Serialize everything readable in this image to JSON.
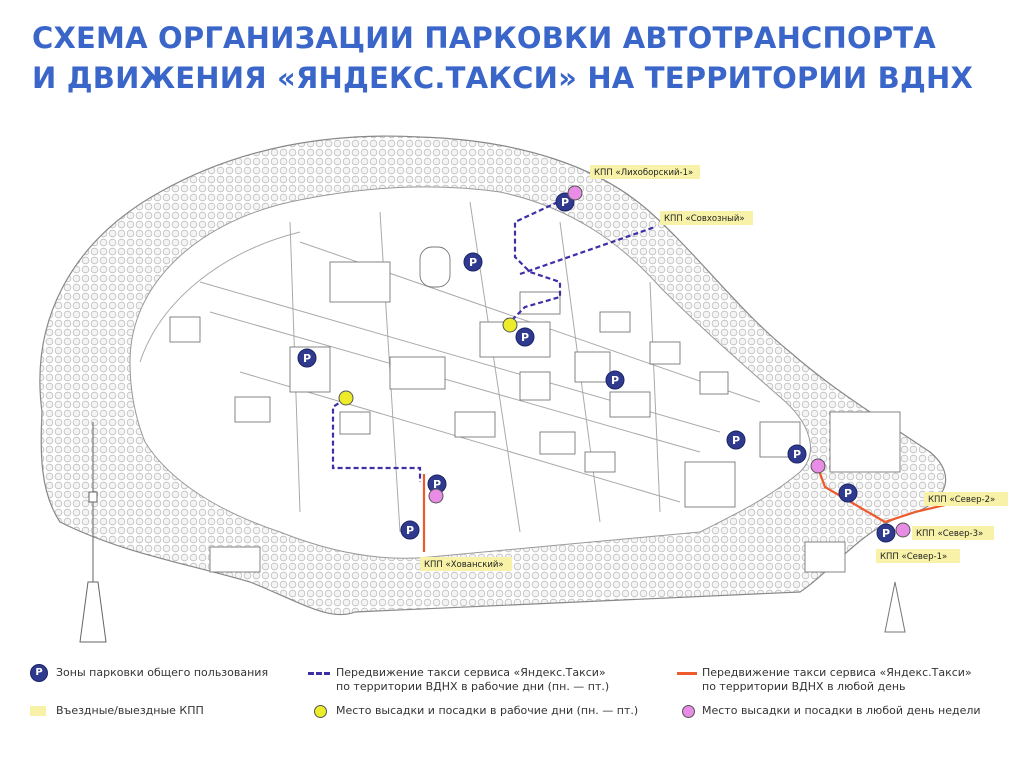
{
  "title": {
    "line1": "СХЕМА ОРГАНИЗАЦИИ ПАРКОВКИ АВТОТРАНСПОРТА",
    "line2": "И ДВИЖЕНИЯ «ЯНДЕКС.ТАКСИ» НА ТЕРРИТОРИИ ВДНХ"
  },
  "map": {
    "parking_symbol": "P",
    "checkpoints": [
      {
        "label": "КПП «Лихоборский-1»"
      },
      {
        "label": "КПП «Совхозный»"
      },
      {
        "label": "КПП «Хованский»"
      },
      {
        "label": "КПП «Север-2»"
      },
      {
        "label": "КПП «Север-3»"
      },
      {
        "label": "КПП «Север-1»"
      }
    ]
  },
  "legend": {
    "parking": "Зоны парковки общего пользования",
    "checkpoints": "Въездные/выездные КПП",
    "taxi_weekdays_line1": "Передвижение такси сервиса «Яндекс.Такси»",
    "taxi_weekdays_line2": "по территории ВДНХ в рабочие дни (пн. — пт.)",
    "dropoff_weekdays": "Место высадки и посадки в рабочие дни (пн. — пт.)",
    "taxi_anyday_line1": "Передвижение такси сервиса «Яндекс.Такси»",
    "taxi_anyday_line2": "по территории ВДНХ в любой день",
    "dropoff_anyday": "Место высадки и посадки в любой день недели"
  },
  "colors": {
    "title": "#3b66c9",
    "parking": "#2f3a8f",
    "weekday_route": "#3d2fa8",
    "anyday_route": "#ee5a2c",
    "weekday_point": "#ecec2a",
    "anyday_point": "#e88ce5",
    "checkpoint_fill": "#f7f2a8"
  }
}
